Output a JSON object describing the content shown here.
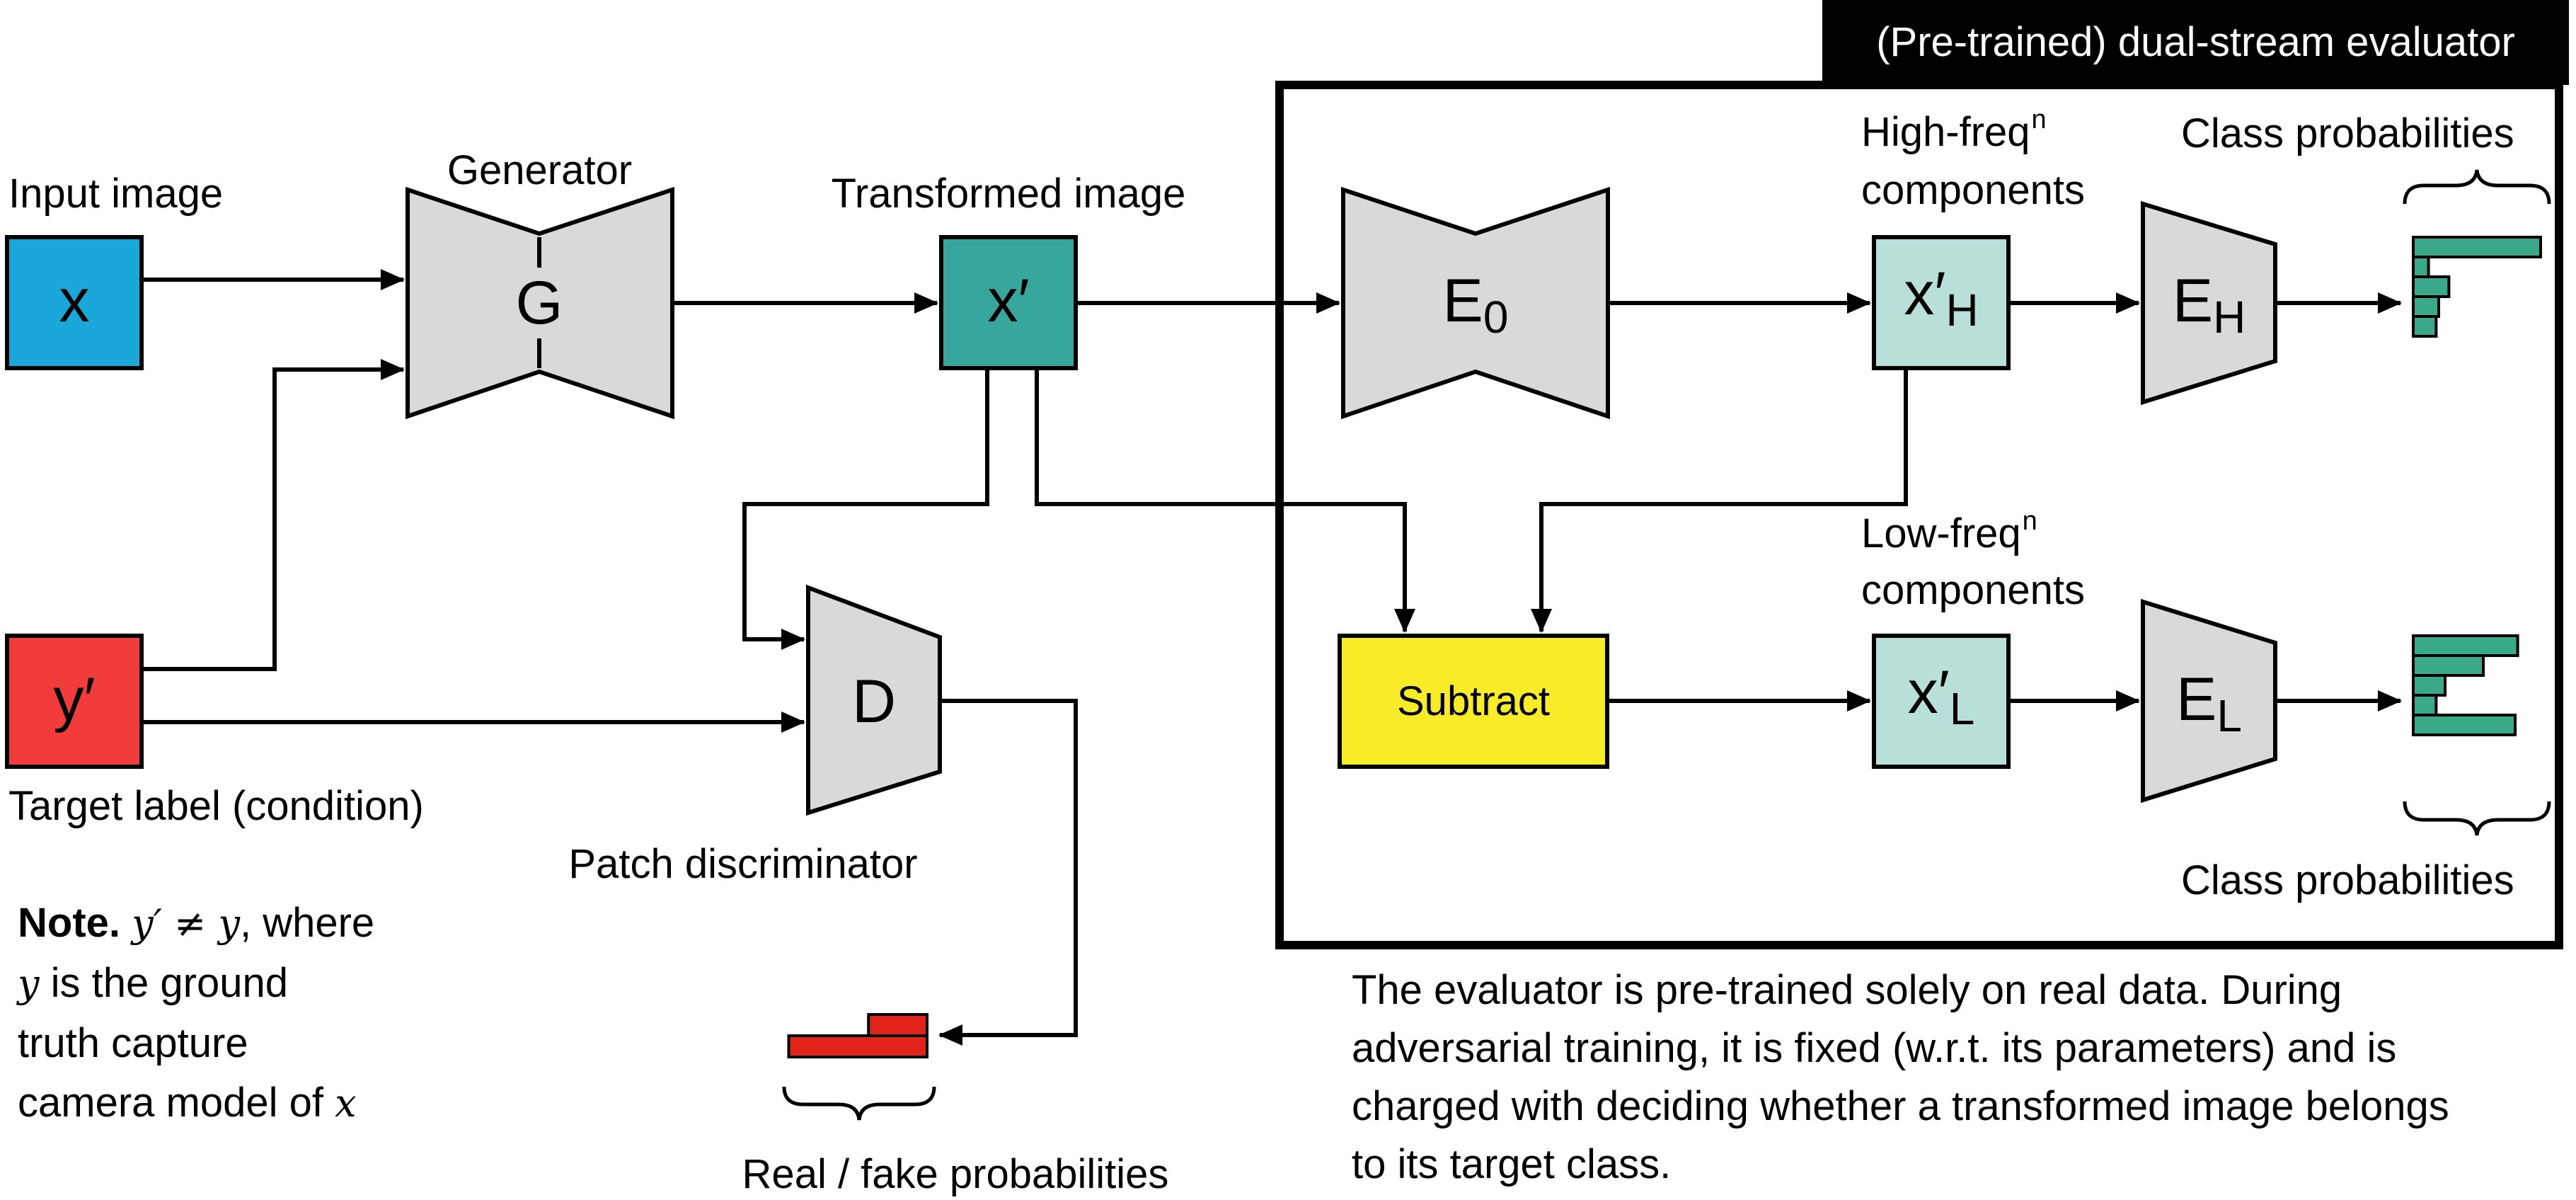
{
  "evaluator": {
    "title": "(Pre-trained) dual-stream evaluator"
  },
  "labels": {
    "input_image": "Input image",
    "generator": "Generator",
    "transformed_image": "Transformed image",
    "target_label": "Target label (condition)",
    "patch_discriminator": "Patch discriminator",
    "real_fake": "Real / fake probabilities",
    "high_freq_line1": "High-freq",
    "high_freq_sup": "n",
    "high_freq_line2": "components",
    "low_freq_line1": "Low-freq",
    "low_freq_sup": "n",
    "low_freq_line2": "components",
    "class_prob_top": "Class probabilities",
    "class_prob_bottom": "Class probabilities"
  },
  "blocks": {
    "x": "x",
    "y_prime": "y′",
    "generator": "G",
    "x_prime": "x′",
    "discriminator": "D",
    "encoder0": {
      "main": "E",
      "sub": "0"
    },
    "x_h": {
      "main": "x′",
      "sub": "H"
    },
    "encoder_h": {
      "main": "E",
      "sub": "H"
    },
    "subtract": "Subtract",
    "x_l": {
      "main": "x′",
      "sub": "L"
    },
    "encoder_l": {
      "main": "E",
      "sub": "L"
    }
  },
  "note": {
    "bold": "Note.",
    "math1": "y′ ≠ y",
    "text1": ", where",
    "math2": "y",
    "text2": " is the ground",
    "line3": "truth capture",
    "line4": "camera model of ",
    "math3": "x"
  },
  "caption": {
    "lines": [
      "The evaluator is pre-trained solely on real data. During",
      "adversarial training, it is fixed (w.r.t. its parameters) and is",
      "charged with deciding whether a transformed image belongs",
      "to its target class."
    ]
  },
  "colors": {
    "x_block": "#1aa7d9",
    "y_block": "#f23b3b",
    "x_prime_block": "#37a79e",
    "freq_block": "#b8e0d8",
    "subtract_block": "#f8ec28",
    "network_gray": "#d9d9d9",
    "class_bars": "#3aa98a",
    "realfake_bars": "#e2231a"
  },
  "chart_data": [
    {
      "type": "bar",
      "name": "class-probabilities-high",
      "values": [
        1.0,
        0.12,
        0.28,
        0.2,
        0.18
      ]
    },
    {
      "type": "bar",
      "name": "class-probabilities-low",
      "values": [
        0.82,
        0.55,
        0.25,
        0.18,
        0.8
      ]
    },
    {
      "type": "bar",
      "name": "real-fake-probabilities",
      "values": [
        0.85,
        0.36
      ]
    }
  ]
}
